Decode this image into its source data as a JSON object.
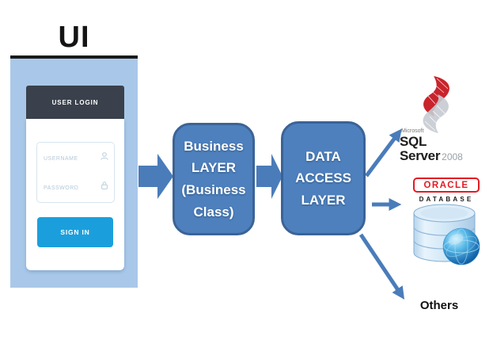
{
  "ui_panel": {
    "title": "UI",
    "login": {
      "header": "USER LOGIN",
      "username_placeholder": "USERNAME",
      "password_placeholder": "PASSWORD",
      "signin_label": "SIGN IN"
    }
  },
  "layers": {
    "business": {
      "lines": [
        "Business",
        "LAYER",
        "(Business",
        "Class)"
      ]
    },
    "data_access": {
      "lines": [
        "DATA",
        "ACCESS",
        "LAYER"
      ]
    }
  },
  "databases": {
    "sql_server": {
      "vendor": "Microsoft",
      "name": "SQL Server",
      "year": "2008"
    },
    "oracle": {
      "name": "ORACLE",
      "product": "DATABASE"
    },
    "others_label": "Others"
  },
  "icons": {
    "username_field": "user-icon",
    "password_field": "lock-icon",
    "flow": "block-arrow-right-icon",
    "fanout": "thin-arrow-icon",
    "sql_server": "sql-server-ribbon-icon",
    "oracle": "database-cylinder-globe-icon"
  },
  "colors": {
    "panel_blue": "#a9c8e9",
    "layer_box_blue": "#4d80bd",
    "layer_box_border": "#3b6396",
    "arrow_blue": "#4a7cba",
    "signin_blue": "#1b9fdc",
    "login_header_dark": "#3a414c",
    "oracle_red": "#e21b22",
    "sql_ribbon_red": "#c8242b"
  }
}
